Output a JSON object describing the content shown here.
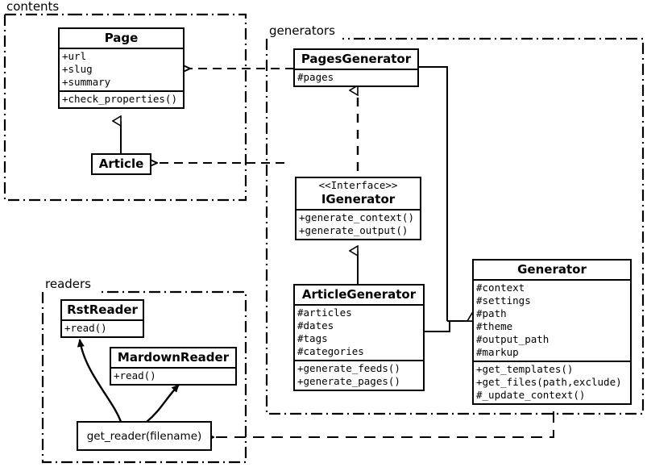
{
  "diagram": {
    "kind": "uml-class-diagram",
    "background": "#ffffff",
    "line_color": "#000000"
  },
  "packages": [
    {
      "id": "contents",
      "label": "contents"
    },
    {
      "id": "generators",
      "label": "generators"
    },
    {
      "id": "readers",
      "label": "readers"
    }
  ],
  "classes": {
    "page": {
      "name": "Page",
      "attributes": [
        "+url",
        "+slug",
        "+summary"
      ],
      "methods": [
        "+check_properties()"
      ]
    },
    "article": {
      "name": "Article",
      "attributes": [],
      "methods": []
    },
    "pages_generator": {
      "name": "PagesGenerator",
      "attributes": [
        "#pages"
      ],
      "methods": []
    },
    "igenerator": {
      "stereotype": "<<Interface>>",
      "name": "IGenerator",
      "attributes": [],
      "methods": [
        "+generate_context()",
        "+generate_output()"
      ]
    },
    "article_generator": {
      "name": "ArticleGenerator",
      "attributes": [
        "#articles",
        "#dates",
        "#tags",
        "#categories"
      ],
      "methods": [
        "+generate_feeds()",
        "+generate_pages()"
      ]
    },
    "generator": {
      "name": "Generator",
      "attributes": [
        "#context",
        "#settings",
        "#path",
        "#theme",
        "#output_path",
        "#markup"
      ],
      "methods": [
        "+get_templates()",
        "+get_files(path,exclude)",
        "#_update_context()"
      ]
    },
    "rst_reader": {
      "name": "RstReader",
      "attributes": [],
      "methods": [
        "+read()"
      ]
    },
    "mardown_reader": {
      "name": "MardownReader",
      "attributes": [],
      "methods": [
        "+read()"
      ]
    }
  },
  "functions": {
    "get_reader": {
      "label": "get_reader(filename)"
    }
  },
  "relationships": [
    {
      "from": "PagesGenerator",
      "to": "Page",
      "type": "dependency"
    },
    {
      "from": "ArticleGenerator",
      "to": "Article",
      "type": "dependency"
    },
    {
      "from": "Article",
      "to": "Page",
      "type": "generalization"
    },
    {
      "from": "PagesGenerator",
      "to": "IGenerator",
      "type": "realization"
    },
    {
      "from": "ArticleGenerator",
      "to": "IGenerator",
      "type": "generalization"
    },
    {
      "from": "PagesGenerator",
      "to": "Generator",
      "type": "generalization"
    },
    {
      "from": "ArticleGenerator",
      "to": "Generator",
      "type": "generalization"
    },
    {
      "from": "Generator",
      "to": "get_reader",
      "type": "dependency"
    },
    {
      "from": "get_reader",
      "to": "RstReader",
      "type": "creates"
    },
    {
      "from": "get_reader",
      "to": "MardownReader",
      "type": "creates"
    }
  ]
}
